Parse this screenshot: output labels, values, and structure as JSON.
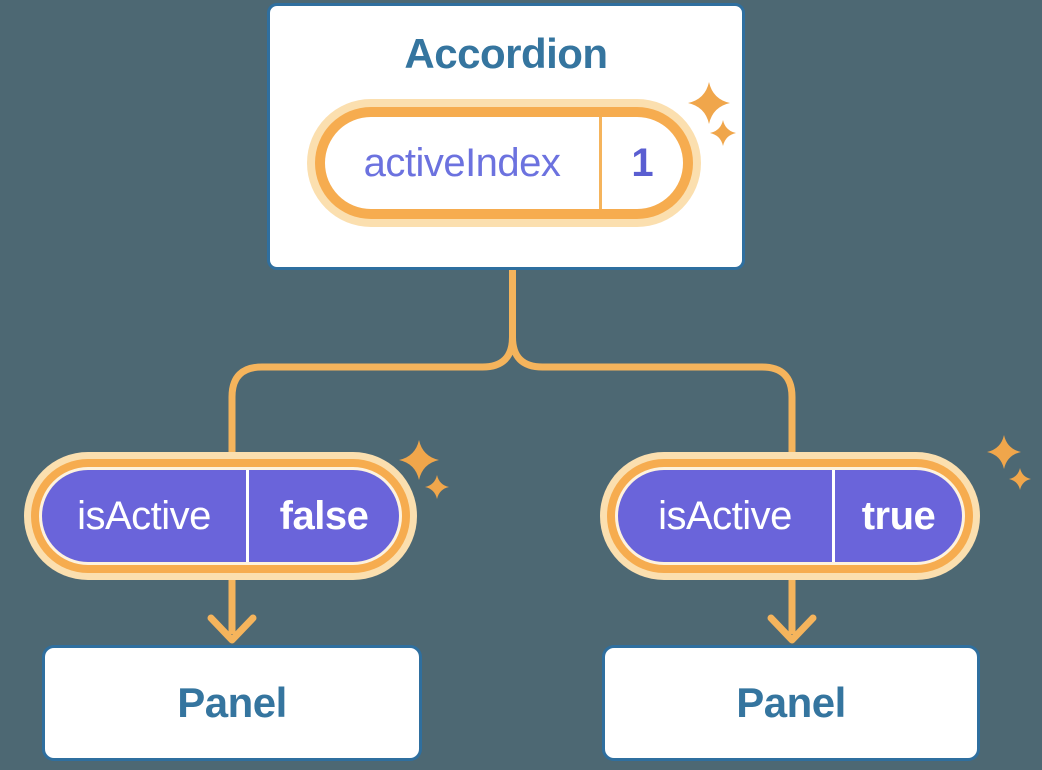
{
  "diagram": {
    "accordion_card": {
      "title": "Accordion",
      "state_pill": {
        "label": "activeIndex",
        "value": "1"
      }
    },
    "branches": [
      {
        "prop_pill": {
          "label": "isActive",
          "value": "false"
        },
        "panel_title": "Panel"
      },
      {
        "prop_pill": {
          "label": "isActive",
          "value": "true"
        },
        "panel_title": "Panel"
      }
    ]
  },
  "icons": {
    "sparkle": "four-pointed-star highlight sparkle",
    "arrow": "downward chevron arrow"
  },
  "colors": {
    "background": "#4D6873",
    "card_border_blue": "#2F6F9F",
    "heading_text_blue": "#35759F",
    "pill_fill_purple": "#6A64DA",
    "pill_label_purple": "#6C72DF",
    "pill_value_purple": "#5A5ED1",
    "pill_text_on_purple": "#FFFFFF",
    "highlight_ring_orange": "#F6AC4F",
    "highlight_glow_orange": "#FBDFAF",
    "connector_orange": "#F5B45C",
    "sparkle_orange": "#F0A64B"
  }
}
